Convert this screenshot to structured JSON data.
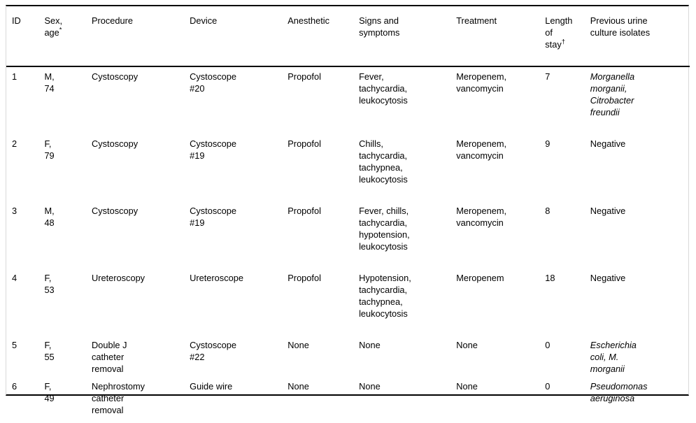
{
  "table": {
    "columns": [
      {
        "key": "id",
        "label": "ID"
      },
      {
        "key": "sex_age",
        "label": "Sex, age",
        "marker": "*"
      },
      {
        "key": "procedure",
        "label": "Procedure"
      },
      {
        "key": "device",
        "label": "Device"
      },
      {
        "key": "anesthetic",
        "label": "Anesthetic"
      },
      {
        "key": "signs",
        "label": "Signs and symptoms"
      },
      {
        "key": "treatment",
        "label": "Treatment"
      },
      {
        "key": "los",
        "label": "Length of stay",
        "marker": "†"
      },
      {
        "key": "previous",
        "label": "Previous urine culture isolates"
      }
    ],
    "header_labels": {
      "id": "ID",
      "sex_age_line1": "Sex,",
      "sex_age_line2": "age",
      "sex_age_marker": "*",
      "procedure": "Procedure",
      "device": "Device",
      "anesthetic": "Anesthetic",
      "signs_line1": "Signs and",
      "signs_line2": "symptoms",
      "treatment": "Treatment",
      "los_line1": "Length",
      "los_line2": "of",
      "los_line3": "stay",
      "los_marker": "†",
      "previous_line1": "Previous urine",
      "previous_line2": "culture isolates"
    },
    "rows": [
      {
        "id": "1",
        "sex": "M,",
        "age": "74",
        "procedure": [
          "Cystoscopy"
        ],
        "device": [
          "Cystoscope",
          "#20"
        ],
        "anesthetic": "Propofol",
        "signs": [
          "Fever,",
          "tachycardia,",
          "leukocytosis"
        ],
        "treatment": [
          "Meropenem,",
          "vancomycin"
        ],
        "los": "7",
        "previous": [
          "Morganella",
          "morganii,",
          "Citrobacter",
          "freundii"
        ],
        "previous_italic": true
      },
      {
        "id": "2",
        "sex": "F,",
        "age": "79",
        "procedure": [
          "Cystoscopy"
        ],
        "device": [
          "Cystoscope",
          "#19"
        ],
        "anesthetic": "Propofol",
        "signs": [
          "Chills,",
          "tachycardia,",
          "tachypnea,",
          "leukocytosis"
        ],
        "treatment": [
          "Meropenem,",
          "vancomycin"
        ],
        "los": "9",
        "previous": [
          "Negative"
        ],
        "previous_italic": false
      },
      {
        "id": "3",
        "sex": "M,",
        "age": "48",
        "procedure": [
          "Cystoscopy"
        ],
        "device": [
          "Cystoscope",
          "#19"
        ],
        "anesthetic": "Propofol",
        "signs": [
          "Fever, chills,",
          "tachycardia,",
          "hypotension,",
          "leukocytosis"
        ],
        "treatment": [
          "Meropenem,",
          "vancomycin"
        ],
        "los": "8",
        "previous": [
          "Negative"
        ],
        "previous_italic": false
      },
      {
        "id": "4",
        "sex": "F,",
        "age": "53",
        "procedure": [
          "Ureteroscopy"
        ],
        "device": [
          "Ureteroscope"
        ],
        "anesthetic": "Propofol",
        "signs": [
          "Hypotension,",
          "tachycardia,",
          "tachypnea,",
          "leukocytosis"
        ],
        "treatment": [
          "Meropenem"
        ],
        "los": "18",
        "previous": [
          "Negative"
        ],
        "previous_italic": false
      },
      {
        "id": "5",
        "sex": "F,",
        "age": "55",
        "procedure": [
          "Double J",
          "catheter",
          "removal"
        ],
        "device": [
          "Cystoscope",
          "#22"
        ],
        "anesthetic": "None",
        "signs": [
          "None"
        ],
        "treatment": [
          "None"
        ],
        "los": "0",
        "previous": [
          "Escherichia",
          "coli, M.",
          "morganii"
        ],
        "previous_italic": true
      },
      {
        "id": "6",
        "sex": "F,",
        "age": "49",
        "procedure": [
          "Nephrostomy",
          "catheter",
          "removal"
        ],
        "device": [
          "Guide wire"
        ],
        "anesthetic": "None",
        "signs": [
          "None"
        ],
        "treatment": [
          "None"
        ],
        "los": "0",
        "previous": [
          "Pseudomonas",
          "aeruginosa"
        ],
        "previous_italic": true
      }
    ]
  }
}
